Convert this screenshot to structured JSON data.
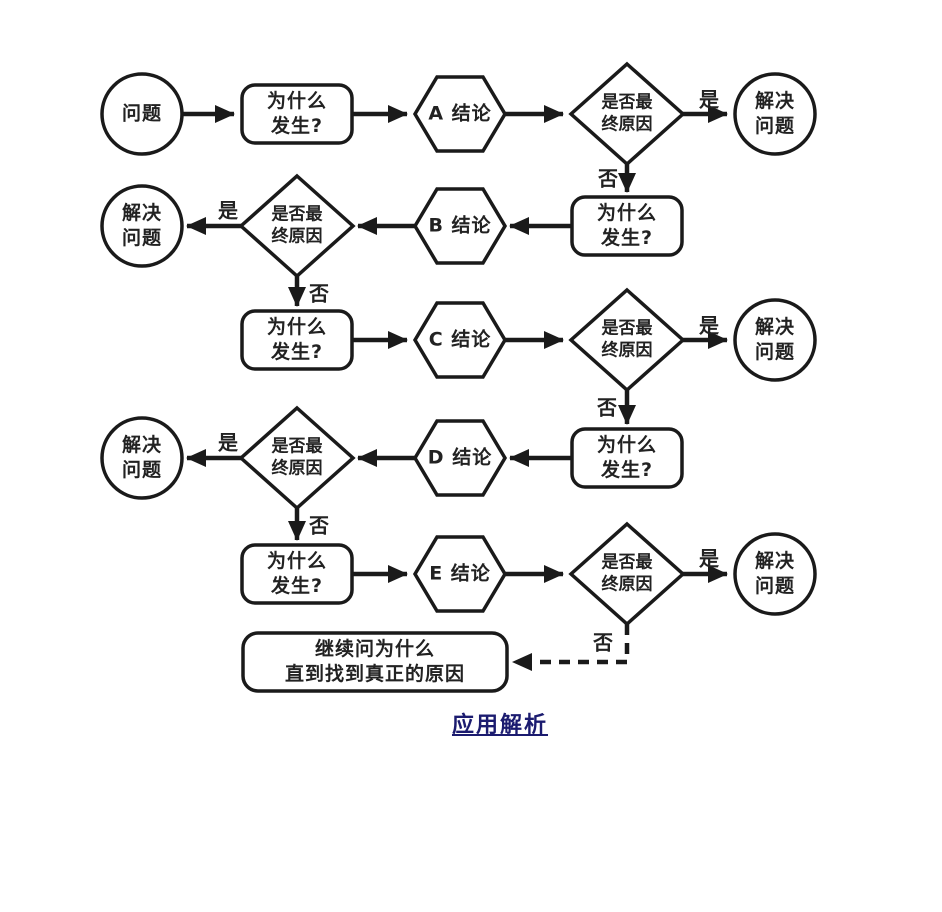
{
  "diagram": {
    "type": "flowchart",
    "topic": "5-whys root cause analysis flow",
    "colors": {
      "stroke": "#1a1a1a",
      "node_fill": "#ffffff",
      "text": "#222222",
      "link": "#1b1b6f",
      "background": "#ffffff"
    },
    "labels": {
      "problem": "问题",
      "why": "为什么\n发生?",
      "conclusion_a": "A 结论",
      "conclusion_b": "B 结论",
      "conclusion_c": "C 结论",
      "conclusion_d": "D 结论",
      "conclusion_e": "E 结论",
      "final_cause": "是否最\n终原因",
      "solve": "解决\n问题",
      "yes": "是",
      "no": "否",
      "continue_box": "继续问为什么\n直到找到真正的原因",
      "link": "应用解析"
    },
    "edges": [
      {
        "from": "problem",
        "to": "why-1"
      },
      {
        "from": "why-1",
        "to": "conclusion-a"
      },
      {
        "from": "conclusion-a",
        "to": "final-cause-1"
      },
      {
        "from": "final-cause-1",
        "to": "solve-1",
        "label": "是"
      },
      {
        "from": "final-cause-1",
        "to": "why-2",
        "label": "否"
      },
      {
        "from": "why-2",
        "to": "conclusion-b"
      },
      {
        "from": "conclusion-b",
        "to": "final-cause-2"
      },
      {
        "from": "final-cause-2",
        "to": "solve-2",
        "label": "是"
      },
      {
        "from": "final-cause-2",
        "to": "why-3",
        "label": "否"
      },
      {
        "from": "why-3",
        "to": "conclusion-c"
      },
      {
        "from": "conclusion-c",
        "to": "final-cause-3"
      },
      {
        "from": "final-cause-3",
        "to": "solve-3",
        "label": "是"
      },
      {
        "from": "final-cause-3",
        "to": "why-4",
        "label": "否"
      },
      {
        "from": "why-4",
        "to": "conclusion-d"
      },
      {
        "from": "conclusion-d",
        "to": "final-cause-4"
      },
      {
        "from": "final-cause-4",
        "to": "solve-4",
        "label": "是"
      },
      {
        "from": "final-cause-4",
        "to": "why-5",
        "label": "否"
      },
      {
        "from": "why-5",
        "to": "conclusion-e"
      },
      {
        "from": "conclusion-e",
        "to": "final-cause-5"
      },
      {
        "from": "final-cause-5",
        "to": "solve-5",
        "label": "是"
      },
      {
        "from": "final-cause-5",
        "to": "continue-box",
        "label": "否",
        "style": "dashed"
      }
    ]
  }
}
